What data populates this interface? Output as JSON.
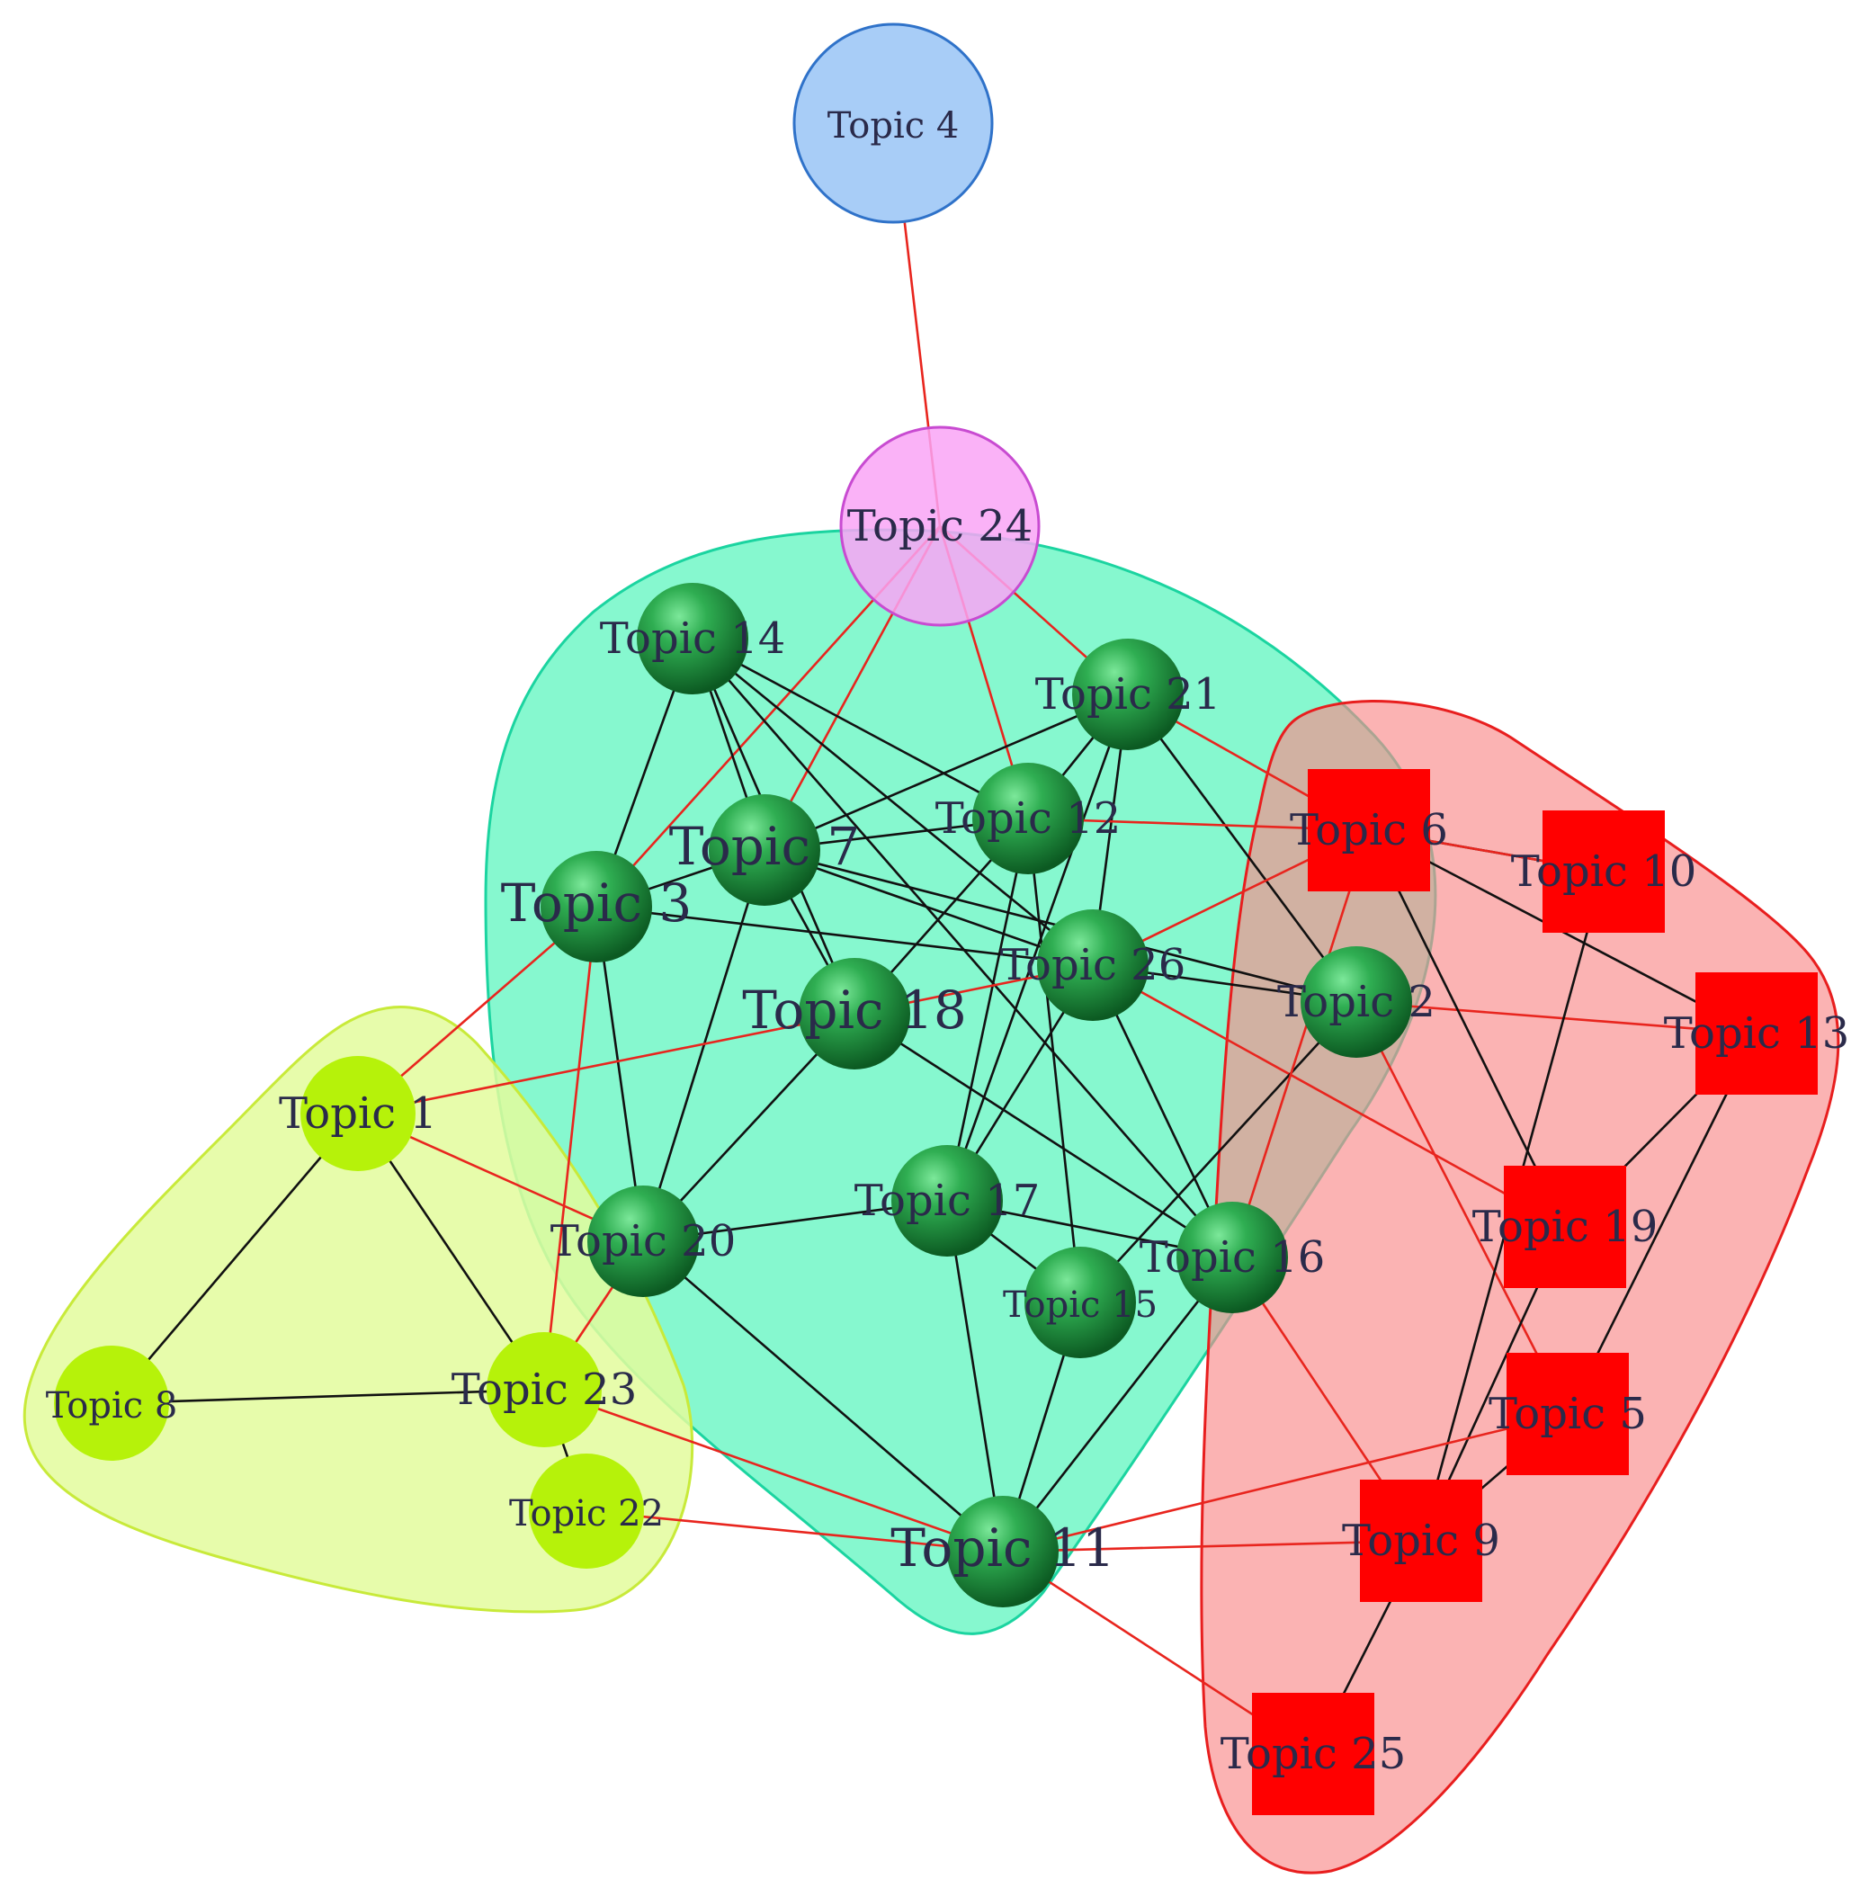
{
  "groups": [
    {
      "id": "community-green",
      "fill": "#5ef5bf",
      "stroke": "#1bd4a0"
    },
    {
      "id": "community-red",
      "fill": "#f98a8a",
      "stroke": "#e81e1e"
    },
    {
      "id": "community-yellow",
      "fill": "#e3fb9c",
      "stroke": "#c8ea3a"
    }
  ],
  "node_styles": {
    "green": {
      "shape": "sphere",
      "color": "#1f9a3c"
    },
    "red": {
      "shape": "square",
      "color": "#ff0000"
    },
    "yellow": {
      "shape": "circle",
      "color": "#b6f20a"
    },
    "pink": {
      "shape": "rounded-diamond",
      "color": "#f9a4f6",
      "stroke": "#c84bd1"
    },
    "blue": {
      "shape": "rounded-diamond",
      "color": "#a8cdf7",
      "stroke": "#2f72c9"
    }
  },
  "edge_colors": {
    "intra": "#111111",
    "inter": "#e8251e"
  },
  "nodes": [
    {
      "id": "t1",
      "label": "Topic 1",
      "style": "yellow"
    },
    {
      "id": "t2",
      "label": "Topic 2",
      "style": "green"
    },
    {
      "id": "t3",
      "label": "Topic 3",
      "style": "green"
    },
    {
      "id": "t4",
      "label": "Topic 4",
      "style": "blue"
    },
    {
      "id": "t5",
      "label": "Topic 5",
      "style": "red"
    },
    {
      "id": "t6",
      "label": "Topic 6",
      "style": "red"
    },
    {
      "id": "t7",
      "label": "Topic 7",
      "style": "green"
    },
    {
      "id": "t8",
      "label": "Topic 8",
      "style": "yellow"
    },
    {
      "id": "t9",
      "label": "Topic 9",
      "style": "red"
    },
    {
      "id": "t10",
      "label": "Topic 10",
      "style": "red"
    },
    {
      "id": "t11",
      "label": "Topic 11",
      "style": "green"
    },
    {
      "id": "t12",
      "label": "Topic 12",
      "style": "green"
    },
    {
      "id": "t13",
      "label": "Topic 13",
      "style": "red"
    },
    {
      "id": "t14",
      "label": "Topic 14",
      "style": "green"
    },
    {
      "id": "t15",
      "label": "Topic 15",
      "style": "green"
    },
    {
      "id": "t16",
      "label": "Topic 16",
      "style": "green"
    },
    {
      "id": "t17",
      "label": "Topic 17",
      "style": "green"
    },
    {
      "id": "t18",
      "label": "Topic 18",
      "style": "green"
    },
    {
      "id": "t19",
      "label": "Topic 19",
      "style": "red"
    },
    {
      "id": "t20",
      "label": "Topic 20",
      "style": "green"
    },
    {
      "id": "t21",
      "label": "Topic 21",
      "style": "green"
    },
    {
      "id": "t22",
      "label": "Topic 22",
      "style": "yellow"
    },
    {
      "id": "t23",
      "label": "Topic 23",
      "style": "yellow"
    },
    {
      "id": "t24",
      "label": "Topic 24",
      "style": "pink"
    },
    {
      "id": "t25",
      "label": "Topic 25",
      "style": "red"
    },
    {
      "id": "t26",
      "label": "Topic 26",
      "style": "green"
    }
  ],
  "edges": [
    [
      "t4",
      "t24",
      "inter"
    ],
    [
      "t24",
      "t3",
      "inter"
    ],
    [
      "t24",
      "t7",
      "inter"
    ],
    [
      "t24",
      "t12",
      "inter"
    ],
    [
      "t24",
      "t21",
      "inter"
    ],
    [
      "t14",
      "t3",
      "intra"
    ],
    [
      "t14",
      "t7",
      "intra"
    ],
    [
      "t14",
      "t18",
      "intra"
    ],
    [
      "t14",
      "t12",
      "intra"
    ],
    [
      "t14",
      "t26",
      "intra"
    ],
    [
      "t14",
      "t16",
      "intra"
    ],
    [
      "t21",
      "t7",
      "intra"
    ],
    [
      "t21",
      "t12",
      "intra"
    ],
    [
      "t21",
      "t26",
      "intra"
    ],
    [
      "t21",
      "t2",
      "intra"
    ],
    [
      "t21",
      "t17",
      "intra"
    ],
    [
      "t21",
      "t6",
      "inter"
    ],
    [
      "t7",
      "t12",
      "intra"
    ],
    [
      "t7",
      "t3",
      "intra"
    ],
    [
      "t7",
      "t18",
      "intra"
    ],
    [
      "t7",
      "t26",
      "intra"
    ],
    [
      "t7",
      "t2",
      "intra"
    ],
    [
      "t7",
      "t20",
      "intra"
    ],
    [
      "t7",
      "t20b",
      "skip"
    ],
    [
      "t3",
      "t26",
      "intra"
    ],
    [
      "t3",
      "t20",
      "intra"
    ],
    [
      "t3",
      "t1",
      "inter"
    ],
    [
      "t3",
      "t23",
      "inter"
    ],
    [
      "t12",
      "t18",
      "intra"
    ],
    [
      "t12",
      "t17",
      "intra"
    ],
    [
      "t12",
      "t15",
      "intra"
    ],
    [
      "t12",
      "t6",
      "inter"
    ],
    [
      "t26",
      "t2",
      "intra"
    ],
    [
      "t26",
      "t17",
      "intra"
    ],
    [
      "t26",
      "t16",
      "intra"
    ],
    [
      "t26",
      "t18",
      "inter"
    ],
    [
      "t26",
      "t19",
      "inter"
    ],
    [
      "t26",
      "t6",
      "inter"
    ],
    [
      "t18",
      "t20",
      "intra"
    ],
    [
      "t18",
      "t16",
      "intra"
    ],
    [
      "t18",
      "t1",
      "inter"
    ],
    [
      "t2",
      "t15",
      "intra"
    ],
    [
      "t2",
      "t13",
      "inter"
    ],
    [
      "t2",
      "t5",
      "inter"
    ],
    [
      "t6",
      "t10",
      "intra"
    ],
    [
      "t6",
      "t13",
      "intra"
    ],
    [
      "t6",
      "t19",
      "intra"
    ],
    [
      "t6",
      "t16",
      "inter"
    ],
    [
      "t6",
      "t10",
      "inter"
    ],
    [
      "t10",
      "t9",
      "intra"
    ],
    [
      "t13",
      "t19",
      "intra"
    ],
    [
      "t13",
      "t5",
      "intra"
    ],
    [
      "t19",
      "t9",
      "intra"
    ],
    [
      "t5",
      "t9",
      "intra"
    ],
    [
      "t9",
      "t25",
      "intra"
    ],
    [
      "t20",
      "t17",
      "intra"
    ],
    [
      "t20",
      "t11",
      "intra"
    ],
    [
      "t20",
      "t1",
      "inter"
    ],
    [
      "t20",
      "t23",
      "inter"
    ],
    [
      "t17",
      "t16",
      "intra"
    ],
    [
      "t17",
      "t11",
      "intra"
    ],
    [
      "t17",
      "t15",
      "intra"
    ],
    [
      "t15",
      "t11",
      "intra"
    ],
    [
      "t16",
      "t11",
      "intra"
    ],
    [
      "t16",
      "t9",
      "inter"
    ],
    [
      "t1",
      "t8",
      "intra"
    ],
    [
      "t1",
      "t23",
      "intra"
    ],
    [
      "t8",
      "t23",
      "intra"
    ],
    [
      "t23",
      "t22",
      "intra"
    ],
    [
      "t23",
      "t11",
      "inter"
    ],
    [
      "t22",
      "t11",
      "inter"
    ],
    [
      "t11",
      "t9",
      "inter"
    ],
    [
      "t11",
      "t5",
      "inter"
    ],
    [
      "t11",
      "t25",
      "inter"
    ]
  ]
}
